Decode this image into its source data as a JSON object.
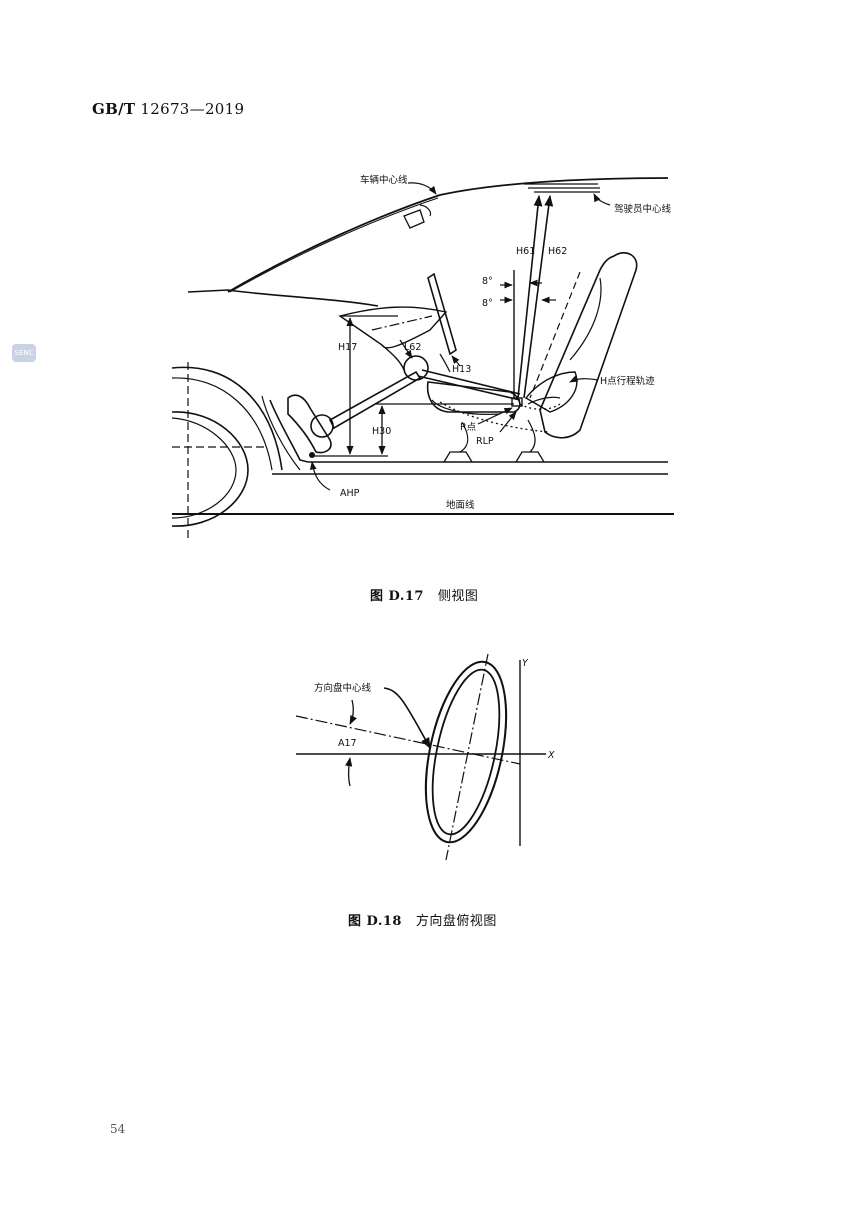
{
  "header": {
    "standard_code": "GB/T",
    "standard_number": "12673—2019"
  },
  "side_mark": "SENC",
  "figure_d17": {
    "labels": {
      "vehicle_centerline": "车辆中心线",
      "driver_centerline": "驾驶员中心线",
      "h61": "H61",
      "h62": "H62",
      "angle_top": "8°",
      "angle_bottom": "8°",
      "h17": "H17",
      "l62": "L62",
      "h13": "H13",
      "h_point_track": "H点行程轨迹",
      "h30": "H30",
      "r_point": "R点",
      "rlp": "RLP",
      "ahp": "AHP",
      "ground_line": "地面线"
    },
    "caption_number": "图 D.17",
    "caption_title": "侧视图"
  },
  "figure_d18": {
    "labels": {
      "steering_centerline": "方向盘中心线",
      "a17": "A17",
      "y_axis": "Y",
      "x_axis": "X"
    },
    "caption_number": "图 D.18",
    "caption_title": "方向盘俯视图"
  },
  "page_number": "54"
}
